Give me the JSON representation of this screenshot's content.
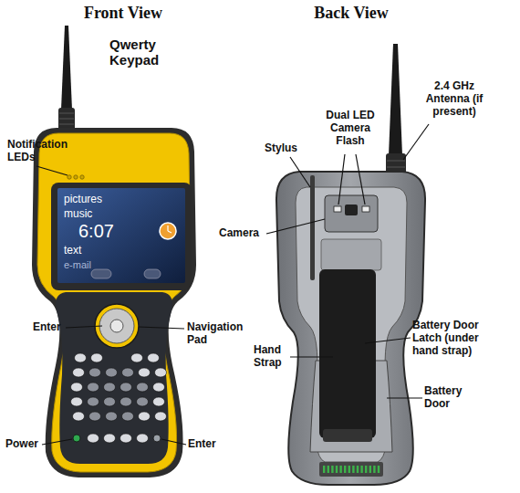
{
  "diagram": {
    "labels": [
      "Front View",
      "Back View",
      "Qwerty Keypad",
      "Notification LEDs",
      "Enter",
      "Navigation Pad",
      "Power",
      "Enter",
      "Stylus",
      "Dual LED Camera Flash",
      "2.4 GHz Antenna (if present)",
      "Camera",
      "Hand Strap",
      "Battery Door Latch (under hand strap)",
      "Battery Door",
      "pictures",
      "music",
      "6:07",
      "text",
      "e-mail"
    ]
  }
}
